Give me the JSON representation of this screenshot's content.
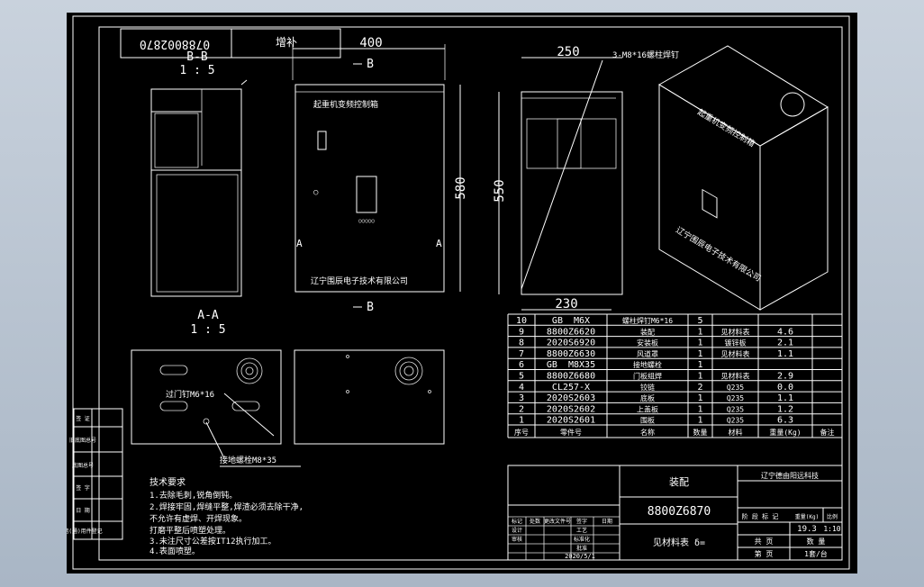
{
  "drawing_number_rotated": "0788002870",
  "corner_label": "增补",
  "sections": {
    "bb_label": "B-B",
    "bb_scale": "1 : 5",
    "aa_label": "A-A",
    "aa_scale": "1 : 5",
    "b_arrow_top": "B",
    "b_arrow_bottom": "B",
    "a_left": "A",
    "a_right": "A"
  },
  "dimensions": {
    "front_width": "400",
    "front_height": "580",
    "side_width": "250",
    "side_height": "550",
    "side_bottom": "230"
  },
  "cabinet_title": "起重机变频控制箱",
  "company_front": "辽宁围辰电子技术有限公司",
  "side_callout": "3-M8*16螺柱焊钉",
  "iso_title": "起重机变频控制箱",
  "iso_company": "辽宁围辰电子技术有限公司",
  "callouts": {
    "bottom_stud": "过门钉M6*16",
    "ground_bolt": "接地螺栓M8*35"
  },
  "bom": {
    "rows": [
      {
        "no": "10",
        "code": "GB_ M6X",
        "name": "螺柱焊钉M6*16",
        "qty": "5",
        "material": "",
        "weight": ""
      },
      {
        "no": "9",
        "code": "8800Z6620",
        "name": "装配",
        "qty": "1",
        "material": "见材料表",
        "weight": "4.6"
      },
      {
        "no": "8",
        "code": "2020S6920",
        "name": "安装板",
        "qty": "1",
        "material": "镀锌板",
        "weight": "2.1"
      },
      {
        "no": "7",
        "code": "8800Z6630",
        "name": "风道罩",
        "qty": "1",
        "material": "见材料表",
        "weight": "1.1"
      },
      {
        "no": "6",
        "code": "GB_ M8X35",
        "name": "接地螺栓",
        "qty": "1",
        "material": "",
        "weight": ""
      },
      {
        "no": "5",
        "code": "8800Z6680",
        "name": "门板组焊",
        "qty": "1",
        "material": "见材料表",
        "weight": "2.9"
      },
      {
        "no": "4",
        "code": "CL257-X",
        "name": "铰链",
        "qty": "2",
        "material": "Q235",
        "weight": "0.0"
      },
      {
        "no": "3",
        "code": "2020S2603",
        "name": "底板",
        "qty": "1",
        "material": "Q235",
        "weight": "1.1"
      },
      {
        "no": "2",
        "code": "2020S2602",
        "name": "上盖板",
        "qty": "1",
        "material": "Q235",
        "weight": "1.2"
      },
      {
        "no": "1",
        "code": "2020S2601",
        "name": "围板",
        "qty": "1",
        "material": "Q235",
        "weight": "6.3"
      }
    ],
    "headers": {
      "no": "序号",
      "code": "零件号",
      "name": "名称",
      "qty": "数量",
      "material": "材料",
      "weight": "重量(Kg)",
      "note": "备注"
    }
  },
  "title_block": {
    "title": "装配",
    "company": "辽宁德由阳远科技",
    "drawing_no": "8800Z6870",
    "material": "见材料表 δ=",
    "stage_label": "阶 段 标 记",
    "weight_label": "重量(Kg)",
    "scale_label": "比例",
    "weight": "19.3",
    "scale": "1:10",
    "sheets_label": "共 页",
    "qty_label": "数 量",
    "page_label": "第 页",
    "per_unit": "1套/台",
    "rev_headers": [
      "标记",
      "处数",
      "更改文件号",
      "签字",
      "日期"
    ],
    "roles": [
      "设计",
      "审核",
      "工艺",
      "标准化",
      "批准"
    ],
    "date": "2020/5/1"
  },
  "left_strip": [
    "签 证",
    "旧底图总号",
    "底图总号",
    "签 字",
    "日 期",
    "借(通)用件登记"
  ],
  "tech_requirements": {
    "heading": "技术要求",
    "lines": [
      "1.去除毛刺,锐角倒钝。",
      "2.焊接牢固,焊缝平整,焊渣必须去除干净,",
      "  不允许有虚焊、开焊现象。",
      "  打磨平整后喷塑处理。",
      "3.未注尺寸公差按IT12执行加工。",
      "4.表面喷塑。"
    ]
  }
}
